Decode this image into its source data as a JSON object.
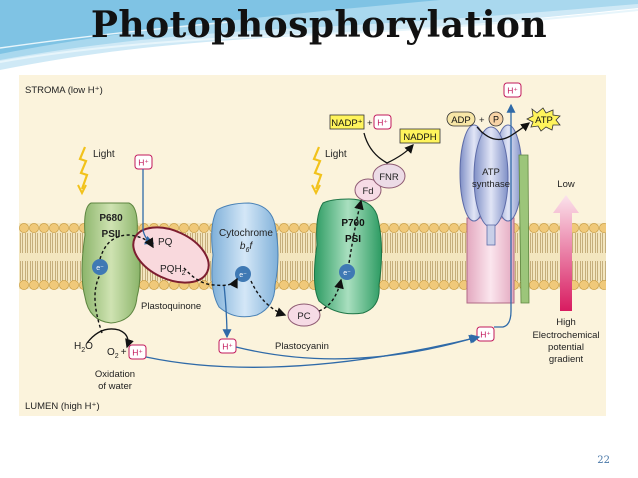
{
  "slide": {
    "title": "Photophosphorylation",
    "page_number": "22"
  },
  "diagram": {
    "regions": {
      "stroma": "STROMA (low H⁺)",
      "lumen": "LUMEN (high H⁺)"
    },
    "labels": {
      "light_1": "Light",
      "light_2": "Light",
      "p680": "P680",
      "psii": "PSII",
      "pq": "PQ",
      "pqh2_main": "PQH",
      "pqh2_sub": "2",
      "plastoquinone": "Plastoquinone",
      "cytochrome": "Cytochrome",
      "b6f_b": "b",
      "b6f_6": "6",
      "b6f_f": "f",
      "pc": "PC",
      "plastocyanin": "Plastocyanin",
      "p700": "P700",
      "psi": "PSI",
      "fd": "Fd",
      "fnr": "FNR",
      "nadp": "NADP⁺",
      "plus_1": "+",
      "nadph": "NADPH",
      "atp_synthase_1": "ATP",
      "atp_synthase_2": "synthase",
      "adp": "ADP",
      "plus_2": "+",
      "pi": "P",
      "atp": "ATP",
      "low": "Low",
      "high": "High",
      "gradient_1": "Electrochemical",
      "gradient_2": "potential",
      "gradient_3": "gradient",
      "h2o_main": "H",
      "h2o_sub": "2",
      "h2o_o": "O",
      "o2_main": "O",
      "o2_sub": "2",
      "plus_3": "+",
      "oxidation_1": "Oxidation",
      "oxidation_2": "of water",
      "electron": "e⁻",
      "proton": "H⁺"
    }
  }
}
